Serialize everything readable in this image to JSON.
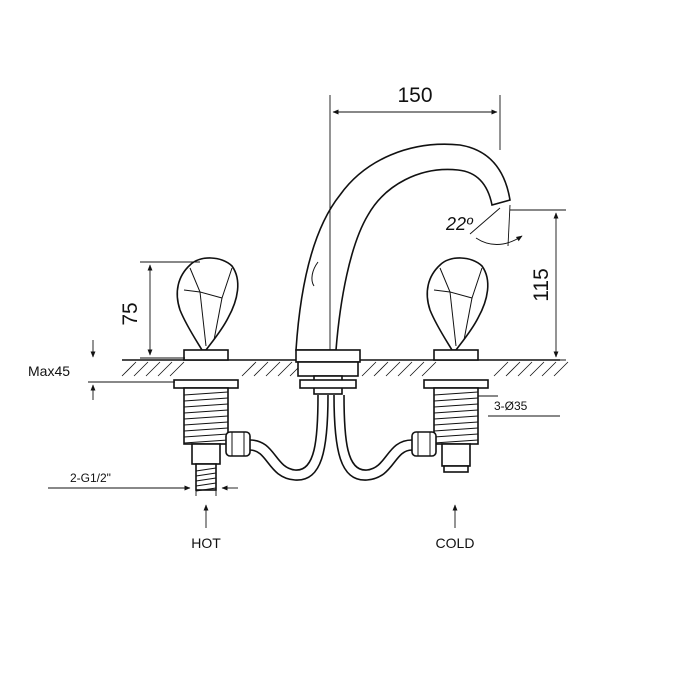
{
  "diagram": {
    "dimensions": {
      "spout_reach": "150",
      "spout_height": "115",
      "handle_height": "75",
      "spout_angle": "22º",
      "max_deck_thickness": "Max45",
      "connection_thread": "2-G1/2\"",
      "hole_diameter": "3-Ø35"
    },
    "labels": {
      "hot": "HOT",
      "cold": "COLD"
    },
    "colors": {
      "line": "#111111",
      "background": "#ffffff"
    }
  }
}
